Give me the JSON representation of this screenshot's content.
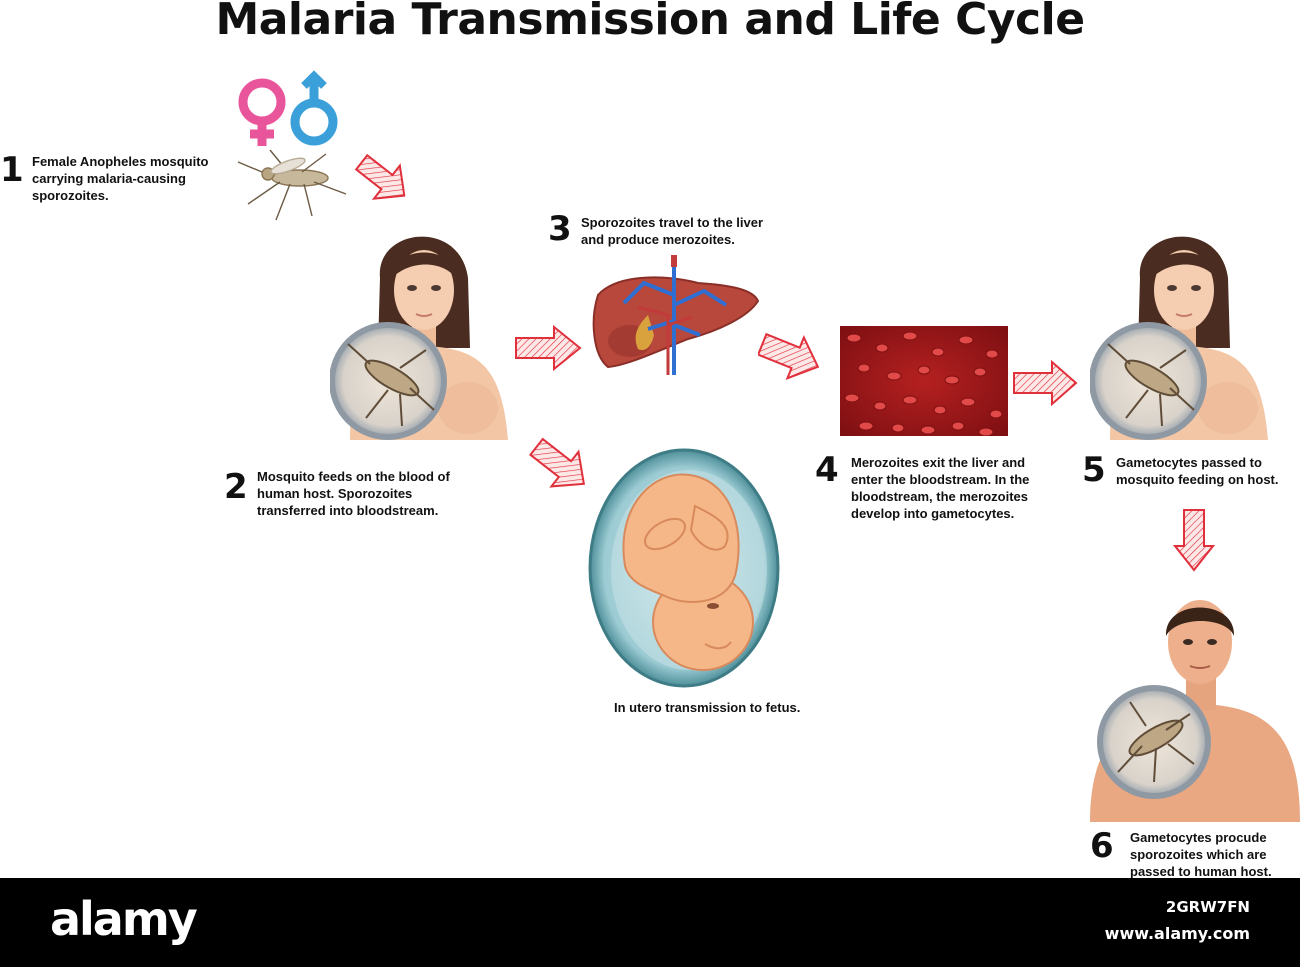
{
  "title": "Malaria Transmission and Life Cycle",
  "steps": [
    {
      "number": "1",
      "text": "Female Anopheles mosquito carrying malaria-causing sporozoites."
    },
    {
      "number": "2",
      "text": "Mosquito feeds on the blood of human host. Sporozoites transferred into bloodstream."
    },
    {
      "number": "3",
      "text": "Sporozoites travel to the liver and produce merozoites."
    },
    {
      "number": "4",
      "text": "Merozoites exit the liver and enter the bloodstream. In the bloodstream, the merozoites develop into gametocytes."
    },
    {
      "number": "5",
      "text": "Gametocytes passed to mosquito feeding on host."
    },
    {
      "number": "6",
      "text": "Gametocytes procude sporozoites which are passed to human host."
    }
  ],
  "fetus_caption": "In utero transmission to fetus.",
  "footer": {
    "logo": "alamy",
    "image_id": "2GRW7FN",
    "url": "www.alamy.com"
  },
  "colors": {
    "arrow_outline": "#e0303c",
    "arrow_fill": "#fbe3e3",
    "female_symbol": "#e9559a",
    "male_symbol": "#3b9fd9",
    "blood": "#9e1a1a",
    "skin": "#f3c7a5"
  }
}
